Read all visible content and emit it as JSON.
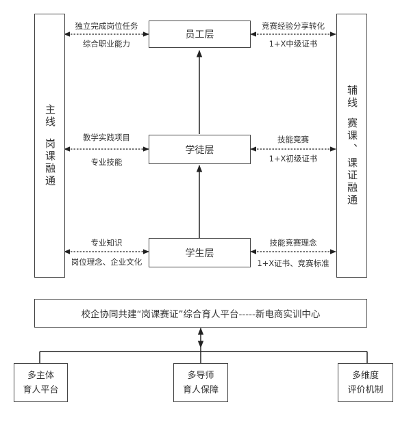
{
  "left_column": {
    "line1": "主线",
    "line2": "岗课融通"
  },
  "right_column": {
    "line1": "辅线",
    "line2": "赛课",
    "line3": "、",
    "line4": "课证融通"
  },
  "levels": {
    "employee": "员工层",
    "apprentice": "学徒层",
    "student": "学生层"
  },
  "left_labels": {
    "employee_top": "独立完成岗位任务",
    "employee_bottom": "综合职业能力",
    "apprentice_top": "教学实践项目",
    "apprentice_bottom": "专业技能",
    "student_top": "专业知识",
    "student_bottom": "岗位理念、企业文化"
  },
  "right_labels": {
    "employee_top": "竞赛经验分享转化",
    "employee_bottom": "1+X中级证书",
    "apprentice_top": "技能竞赛",
    "apprentice_bottom": "1+X初级证书",
    "student_top": "技能竞赛理念",
    "student_bottom": "1+X证书、竞赛标准"
  },
  "platform": "校企协同共建“岗课赛证”综合育人平台-----新电商实训中心",
  "bottom_boxes": [
    {
      "line1": "多主体",
      "line2": "育人平台"
    },
    {
      "line1": "多导师",
      "line2": "育人保障"
    },
    {
      "line1": "多维度",
      "line2": "评价机制"
    }
  ]
}
